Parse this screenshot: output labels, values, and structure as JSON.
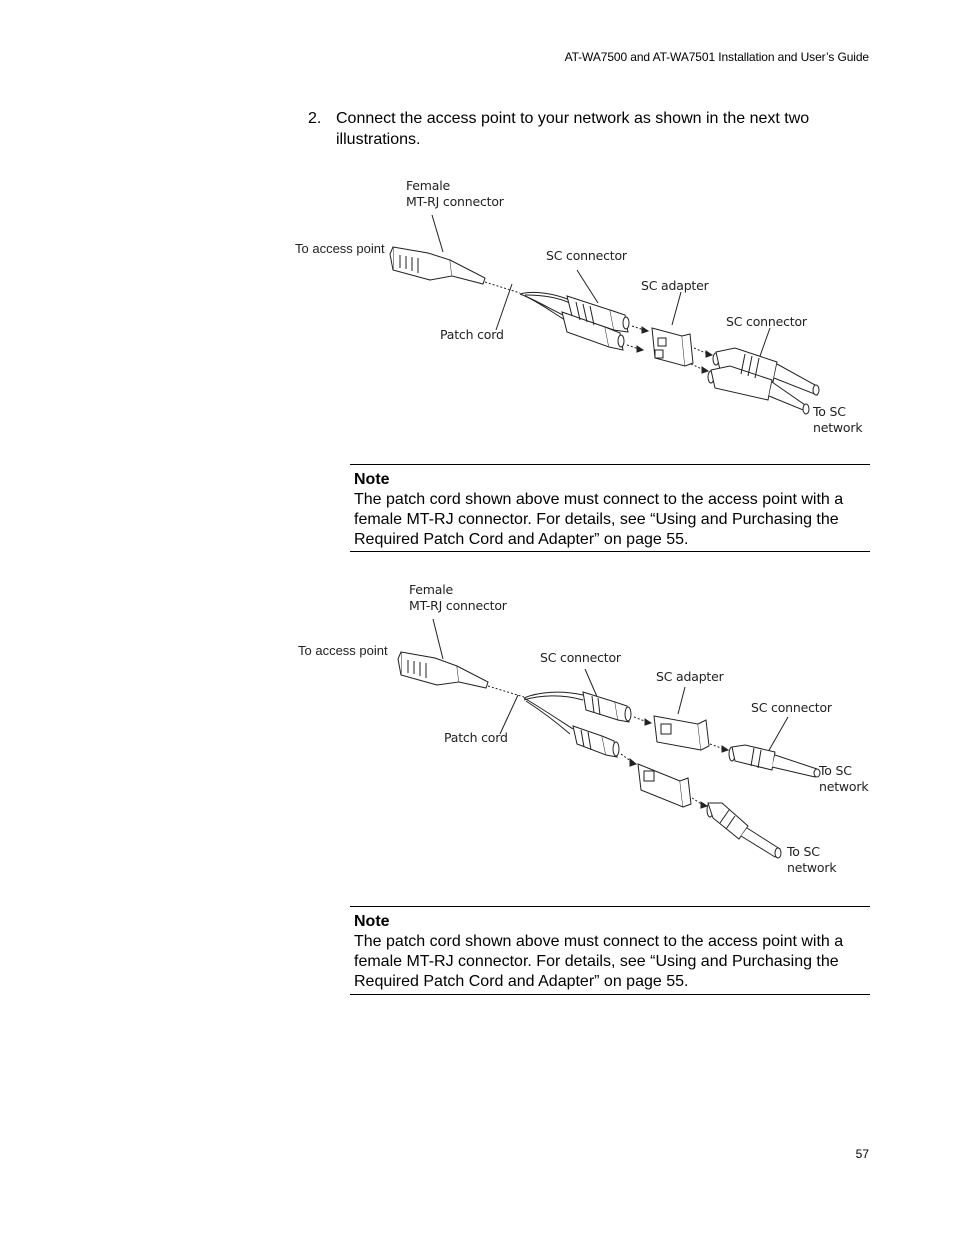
{
  "header": {
    "title": "AT-WA7500 and AT-WA7501 Installation and User’s Guide"
  },
  "step": {
    "number": "2.",
    "text": "Connect the access point to your network as shown in the next two illustrations."
  },
  "figure1": {
    "female_label": "Female\nMT-RJ connector",
    "to_access_point": "To access point",
    "sc_connector_1": "SC connector",
    "sc_adapter": "SC adapter",
    "sc_connector_2": "SC connector",
    "patch_cord": "Patch cord",
    "to_sc_network": "To SC\nnetwork"
  },
  "note1": {
    "title": "Note",
    "body": "The patch cord shown above must connect to the access point with a female MT-RJ connector. For details, see “Using and Purchasing the Required Patch Cord and Adapter” on page 55."
  },
  "figure2": {
    "female_label": "Female\nMT-RJ connector",
    "to_access_point": "To access point",
    "sc_connector_1": "SC connector",
    "sc_adapter": "SC adapter",
    "sc_connector_2": "SC connector",
    "patch_cord": "Patch cord",
    "to_sc_network_1": "To SC\nnetwork",
    "to_sc_network_2": "To SC\nnetwork"
  },
  "note2": {
    "title": "Note",
    "body": "The patch cord shown above must connect to the access point with a female MT-RJ connector. For details, see “Using and Purchasing the Required Patch Cord and Adapter” on page 55."
  },
  "footer": {
    "page_number": "57"
  }
}
